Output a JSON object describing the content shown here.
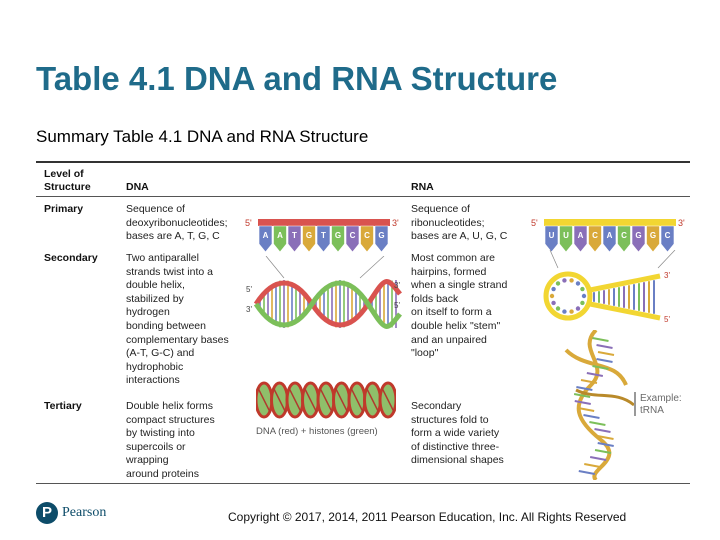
{
  "slide": {
    "title": "Table 4.1 DNA and RNA Structure",
    "subtitle": "Summary Table 4.1 DNA and RNA Structure"
  },
  "table": {
    "headers": {
      "level": "Level of\nStructure",
      "dna": "DNA",
      "rna": "RNA"
    },
    "rows": [
      {
        "level": "Primary",
        "dna": "Sequence of\ndeoxyribonucleotides;\nbases are A, T, G, C",
        "rna": "Sequence of\nribonucleotides;\nbases are A, U, G, C"
      },
      {
        "level": "Secondary",
        "dna": "Two antiparallel\nstrands twist into a\ndouble helix,\nstabilized by\nhydrogen\nbonding between\ncomplementary bases\n(A-T, G-C) and\nhydrophobic\ninteractions",
        "rna": "Most common are\nhairpins, formed\nwhen a single strand\nfolds back\non itself to form a\ndouble helix \"stem\"\nand an unpaired\n\"loop\""
      },
      {
        "level": "Tertiary",
        "dna": "Double helix forms\ncompact structures\nby twisting into\nsupercoils or\nwrapping\naround proteins",
        "rna": "Secondary\nstructures fold to\nform a wide variety\nof distinctive three-\ndimensional shapes"
      }
    ]
  },
  "figures": {
    "dna_primary_bases": [
      "A",
      "A",
      "T",
      "G",
      "T",
      "G",
      "C",
      "C",
      "G"
    ],
    "rna_primary_bases": [
      "U",
      "U",
      "A",
      "C",
      "A",
      "C",
      "G",
      "G",
      "C"
    ],
    "end5": "5'",
    "end3": "3'",
    "dna_tertiary_caption": "DNA (red) + histones (green)",
    "example_label": "Example:\ntRNA"
  },
  "footer": {
    "logo_letter": "P",
    "logo_word": "Pearson",
    "copyright": "Copyright © 2017, 2014, 2011 Pearson Education, Inc. All Rights Reserved"
  },
  "colors": {
    "title": "#1f6b8a",
    "dna_backbone": "#d9534f",
    "rna_backbone": "#f2d632",
    "base_blue": "#6a7fc4",
    "base_green": "#7cbf5a",
    "base_purple": "#8a6fb8",
    "base_gold": "#d9a93a"
  }
}
